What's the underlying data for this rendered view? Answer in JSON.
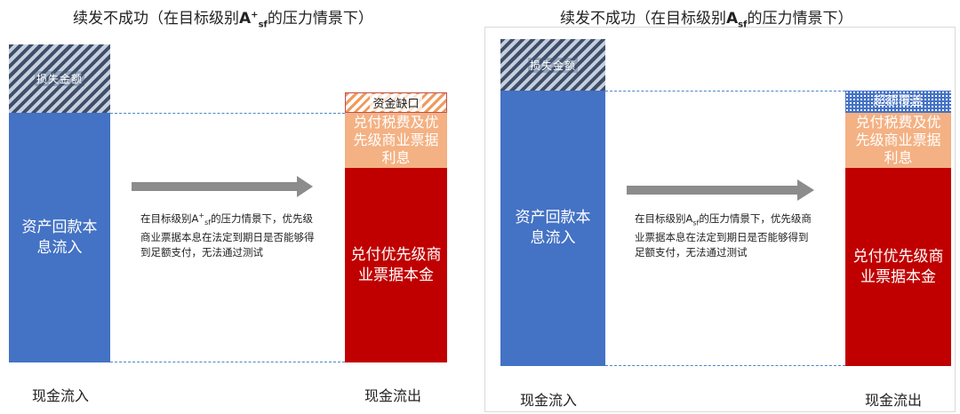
{
  "left": {
    "title_prefix": "续发不成功（在目标级别",
    "title_rating_base": "A",
    "title_rating_sup": "+",
    "title_rating_sub": "sf",
    "title_suffix": "的压力情景下）",
    "loss_label": "损失金额",
    "inflow_label": "资产回款本息流入",
    "gap_label": "资金缺口",
    "tax_label": "兑付税费及优先级商业票据利息",
    "principal_label": "兑付优先级商业票据本金",
    "note_prefix": "在目标级别A",
    "note_sup": "+",
    "note_sub": "sf",
    "note_suffix": "的压力情景下，优先级商业票据本息在法定到期日是否能够得到足额支付，无法通过测试",
    "x_left_label": "现金流入",
    "x_right_label": "现金流出"
  },
  "right": {
    "title_prefix": "续发不成功（在目标级别",
    "title_rating_base": "A",
    "title_rating_sub": "sf",
    "title_suffix": "的压力情景下）",
    "loss_label": "损失金额",
    "inflow_label": "资产回款本息流入",
    "overcover_label": "超额覆盖",
    "tax_label": "兑付税费及优先级商业票据利息",
    "principal_label": "兑付优先级商业票据本金",
    "note_prefix": "在目标级别A",
    "note_sub": "sf",
    "note_suffix": "的压力情景下，优先级商业票据本息在法定到期日是否能够得到足额支付，无法通过测试",
    "x_left_label": "现金流入",
    "x_right_label": "现金流出"
  },
  "colors": {
    "inflow": "#4472c4",
    "tax": "#f4b183",
    "principal": "#c00000",
    "gap": "#ef9a5c",
    "arrow": "#8c8c8c",
    "dashed_line": "#4a86c5"
  }
}
